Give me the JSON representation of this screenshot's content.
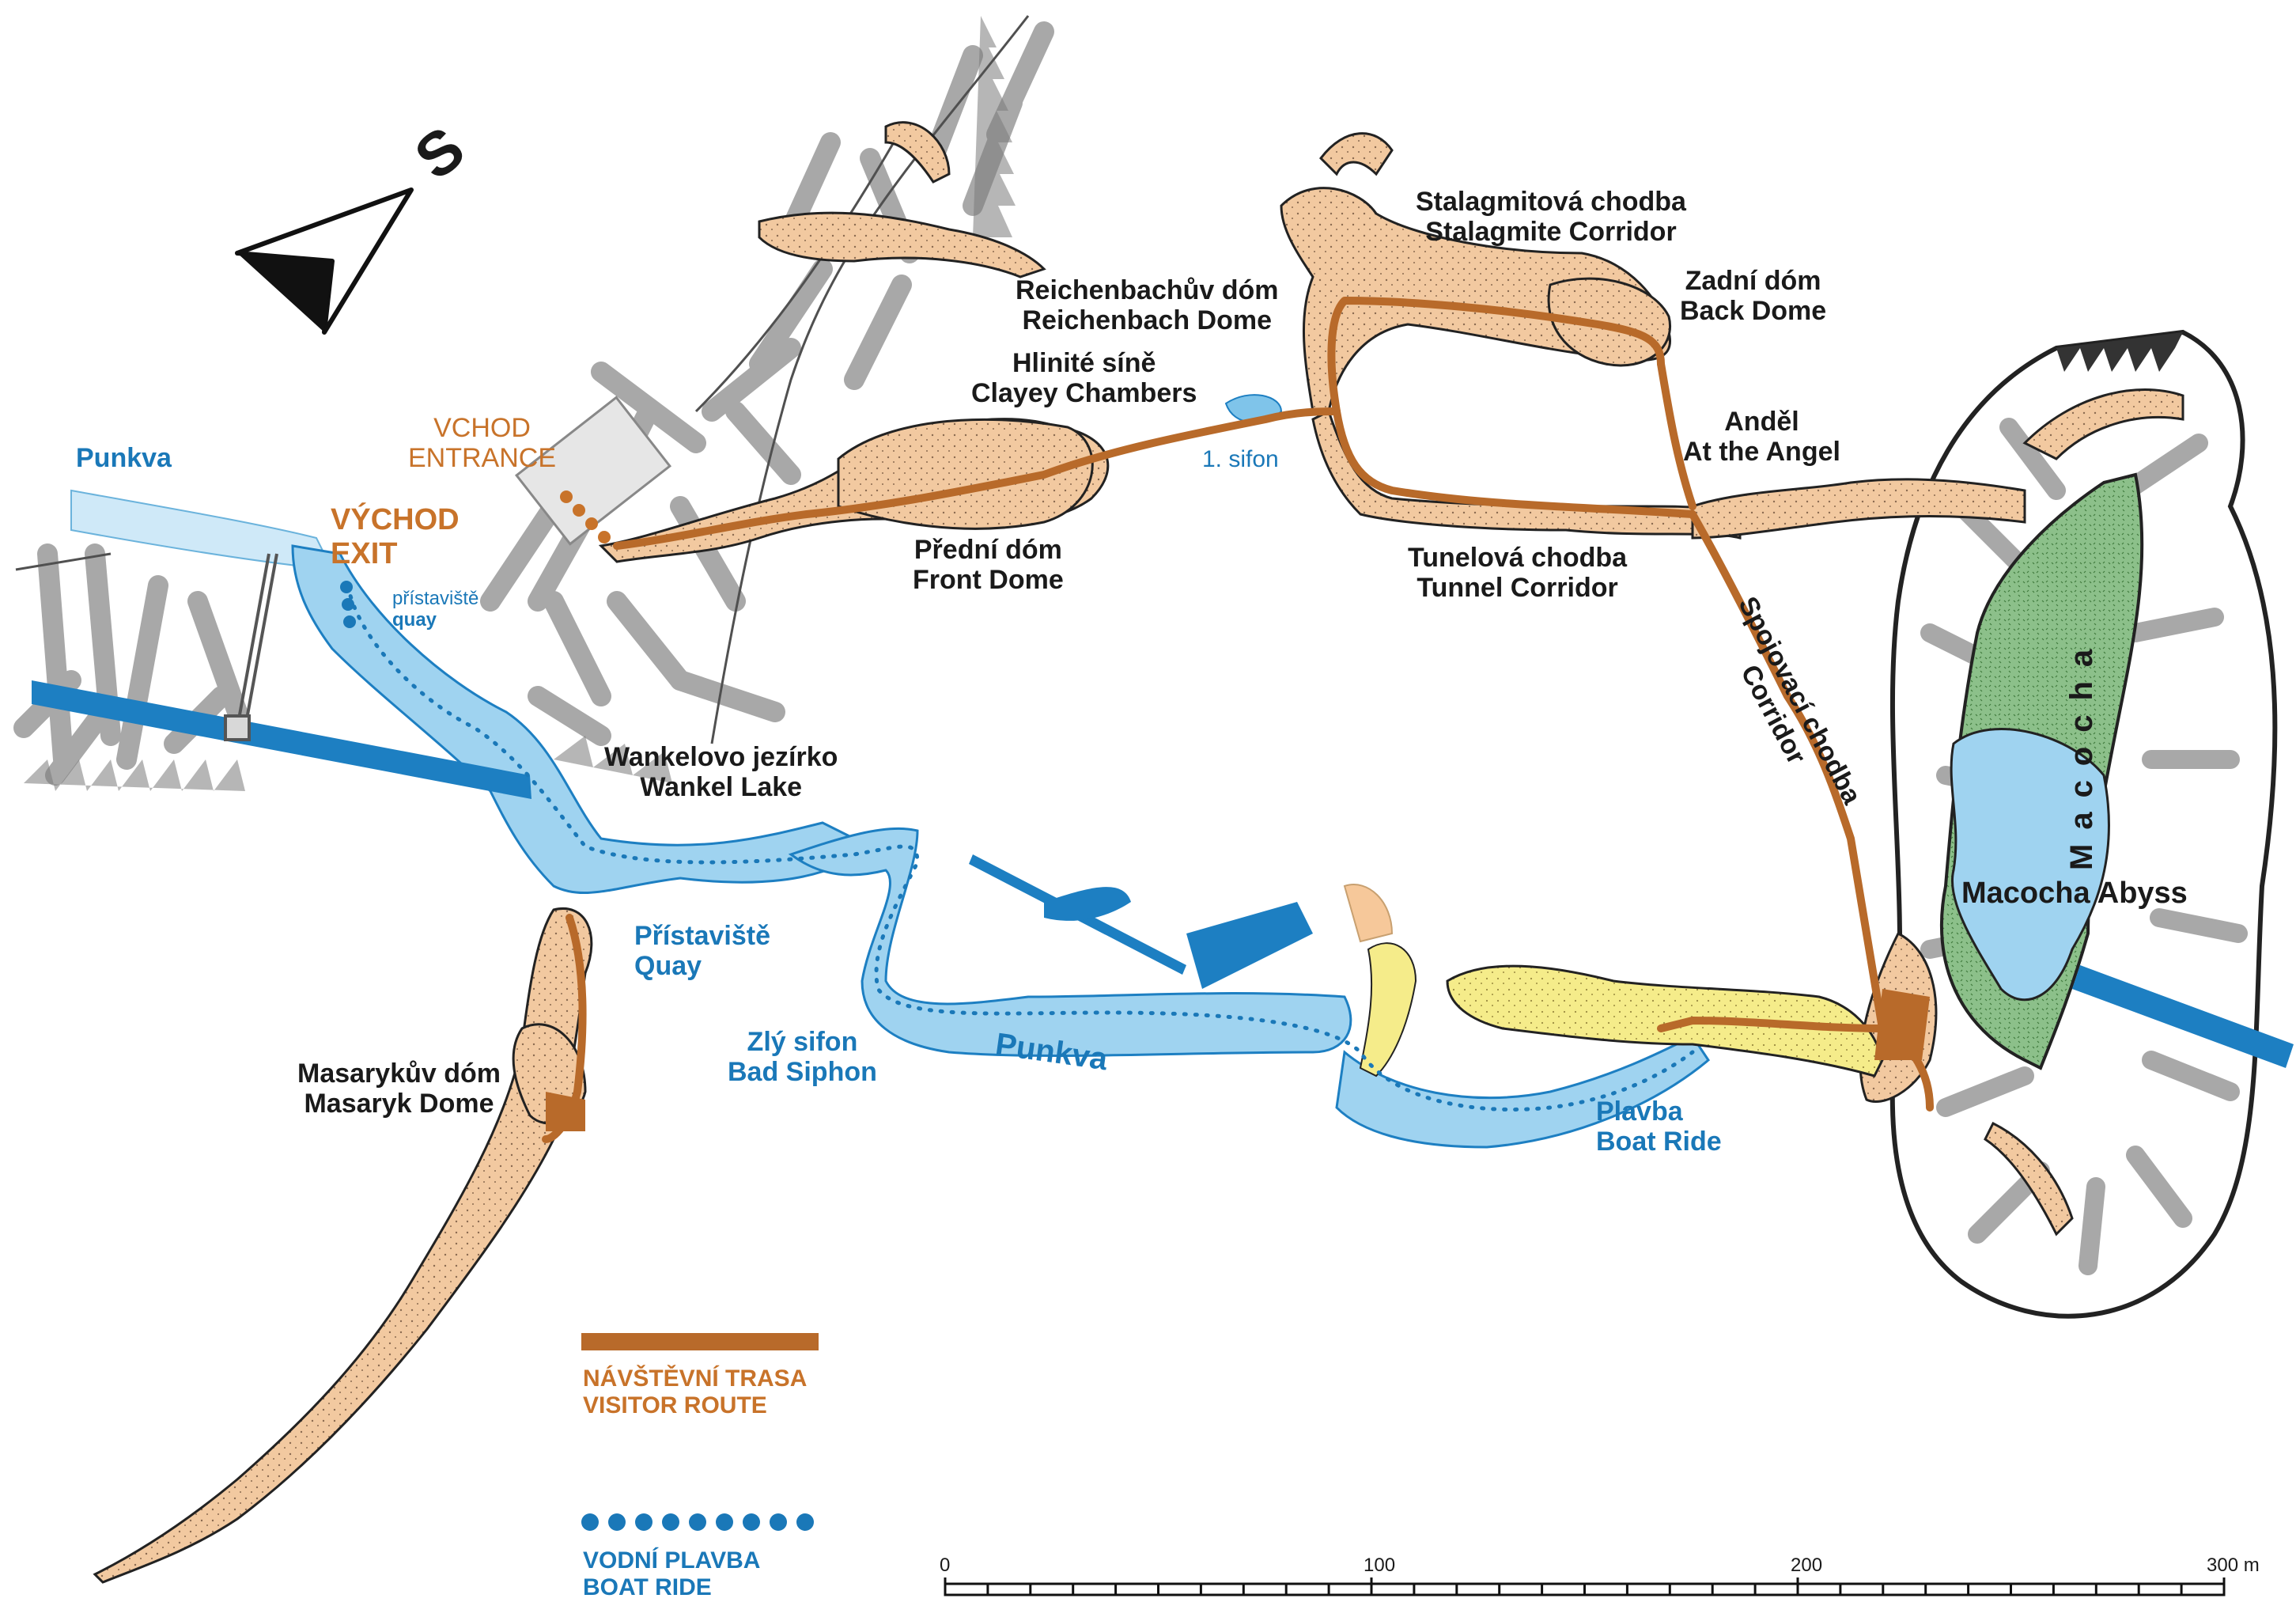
{
  "colors": {
    "cave": "#f2c9a0",
    "route": "#b86a2a",
    "water": "#9fd3f0",
    "water_dark": "#1d7fc2",
    "abyss": "#8cc08a",
    "yellow": "#f5ec8a",
    "label_blue": "#1a78b8",
    "label_brown": "#c8732a",
    "hatch": "#a8a8a8"
  },
  "north_arrow": {
    "label": "S"
  },
  "labels": {
    "stalagmite_cz": "Stalagmitová chodba",
    "stalagmite_en": "Stalagmite Corridor",
    "reichenbach_cz": "Reichenbachův dóm",
    "reichenbach_en": "Reichenbach Dome",
    "back_cz": "Zadní dóm",
    "back_en": "Back Dome",
    "clayey_cz": "Hlinité síně",
    "clayey_en": "Clayey Chambers",
    "entrance_cz": "VCHOD",
    "entrance_en": "ENTRANCE",
    "punkva_top": "Punkva",
    "exit_cz": "VÝCHOD",
    "exit_en": "EXIT",
    "quay_small_cz": "přístaviště",
    "quay_small_en": "quay",
    "siphon1": "1. sifon",
    "angel_cz": "Anděl",
    "angel_en": "At the Angel",
    "front_cz": "Přední dóm",
    "front_en": "Front Dome",
    "tunnel_cz": "Tunelová chodba",
    "tunnel_en": "Tunnel Corridor",
    "connecting_cz": "Spojovací chodba",
    "connecting_en": "Corridor",
    "macocha_vertical": "Macocha",
    "macocha_abyss": "Macocha Abyss",
    "wankel_cz": "Wankelovo jezírko",
    "wankel_en": "Wankel Lake",
    "quay_cz": "Přístaviště",
    "quay_en": "Quay",
    "bad_siphon_cz": "Zlý sifon",
    "bad_siphon_en": "Bad Siphon",
    "punkva_river": "Punkva",
    "masaryk_cz": "Masarykův dóm",
    "masaryk_en": "Masaryk Dome",
    "boat_cz": "Plavba",
    "boat_en": "Boat Ride"
  },
  "legend": {
    "visitor_route_cz": "NÁVŠTĚVNÍ TRASA",
    "visitor_route_en": "VISITOR ROUTE",
    "boat_ride_cz": "VODNÍ PLAVBA",
    "boat_ride_en": "BOAT RIDE"
  },
  "scale_bar": {
    "ticks": [
      "0",
      "100",
      "200",
      "300 m"
    ]
  }
}
